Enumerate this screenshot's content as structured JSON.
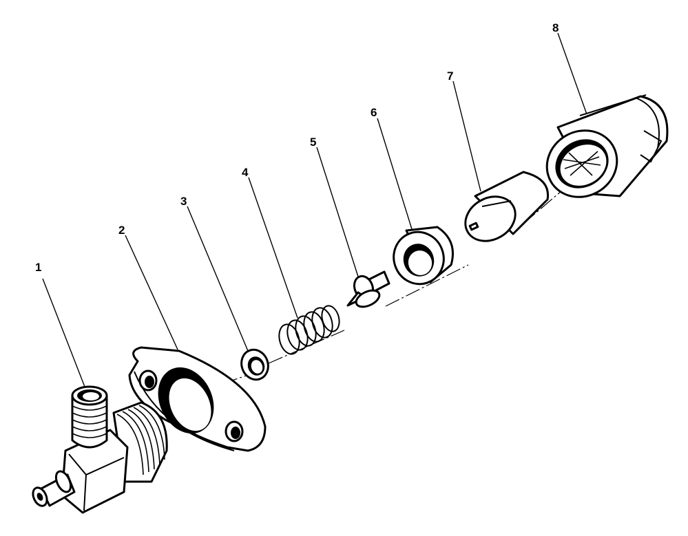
{
  "diagram": {
    "callouts": [
      {
        "number": "1",
        "part": "elbow-fitting-body"
      },
      {
        "number": "2",
        "part": "mounting-flange"
      },
      {
        "number": "3",
        "part": "washer"
      },
      {
        "number": "4",
        "part": "spring"
      },
      {
        "number": "5",
        "part": "valve"
      },
      {
        "number": "6",
        "part": "seat"
      },
      {
        "number": "7",
        "part": "plunger"
      },
      {
        "number": "8",
        "part": "cap-nut"
      }
    ]
  }
}
